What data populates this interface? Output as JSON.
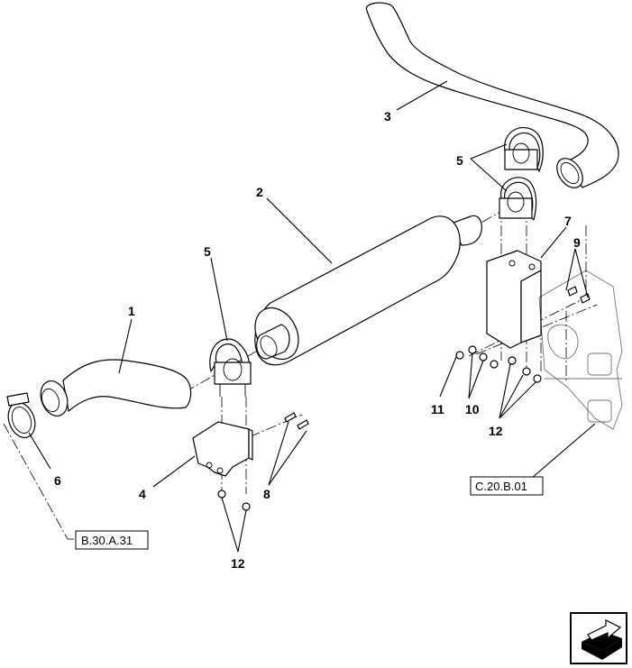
{
  "callouts": {
    "c1": "1",
    "c2": "2",
    "c3": "3",
    "c4": "4",
    "c5a": "5",
    "c5b": "5",
    "c6": "6",
    "c7": "7",
    "c8": "8",
    "c9": "9",
    "c10": "10",
    "c11": "11",
    "c12a": "12",
    "c12b": "12"
  },
  "references": {
    "ref_left": "B.30.A.31",
    "ref_right": "C.20.B.01"
  },
  "navigation": {
    "icon": "arrow-return-icon"
  }
}
